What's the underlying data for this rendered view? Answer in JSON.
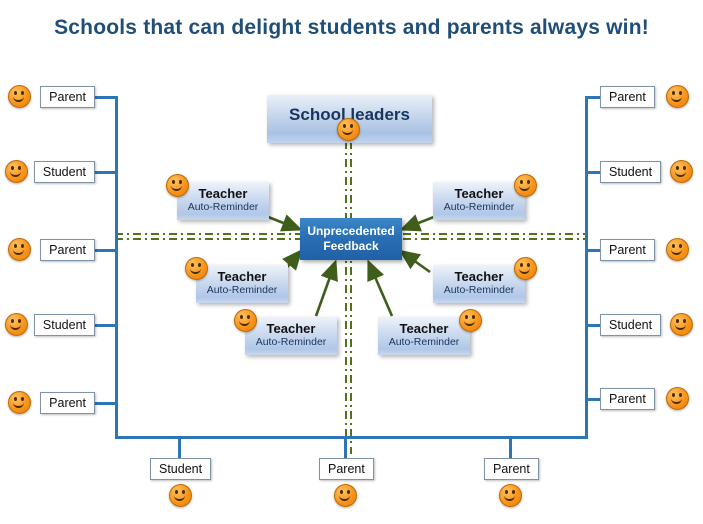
{
  "title": "Schools that can delight students and parents always win!",
  "nodes": {
    "school_leaders": "School leaders",
    "center": {
      "line1": "Unprecedented",
      "line2": "Feedback"
    },
    "teacher": {
      "name": "Teacher",
      "reminder": "Auto-Reminder"
    }
  },
  "left_column": [
    "Parent",
    "Student",
    "Parent",
    "Student",
    "Parent"
  ],
  "right_column": [
    "Parent",
    "Student",
    "Parent",
    "Student",
    "Parent"
  ],
  "bottom_row": [
    "Student",
    "Parent",
    "Parent"
  ],
  "colors": {
    "title_blue": "#1F4E79",
    "connector_blue": "#2E75B6",
    "dash_olive": "#55701c",
    "arrow_green": "#3f5e1b",
    "smiley_orange": "#F7941D"
  }
}
